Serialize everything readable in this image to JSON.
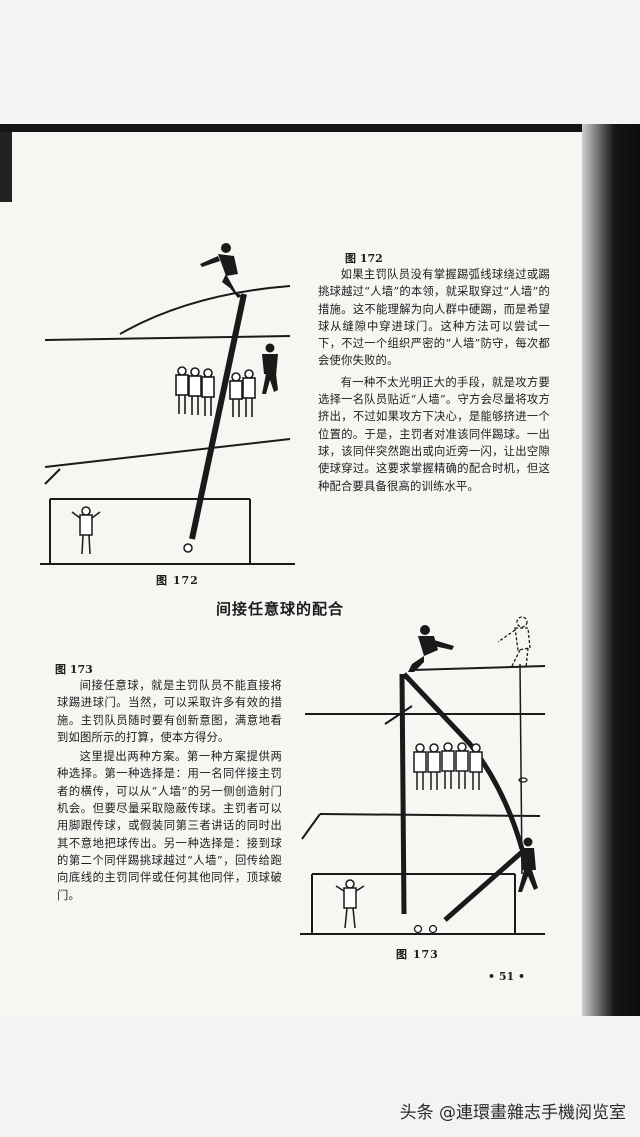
{
  "figure172": {
    "label": "图 172",
    "caption": "图 172",
    "paragraphs": [
      "如果主罚队员没有掌握踢弧线球绕过或踢挑球越过“人墙”的本领，就采取穿过“人墙”的措施。这不能理解为向人群中硬踢，而是希望球从缝隙中穿进球门。这种方法可以尝试一下，不过一个组织严密的“人墙”防守，每次都会使你失败的。",
      "有一种不太光明正大的手段，就是攻方要选择一名队员贴近“人墙”。守方会尽量将攻方挤出，不过如果攻方下决心，是能够挤进一个位置的。于是，主罚者对准该同伴踢球。一出球，该同伴突然跑出或向近旁一闪，让出空隙使球穿过。这要求掌握精确的配合时机，但这种配合要具备很高的训练水平。"
    ]
  },
  "section_title": "间接任意球的配合",
  "figure173": {
    "label": "图 173",
    "caption": "图 173",
    "paragraphs": [
      "间接任意球，就是主罚队员不能直接将球踢进球门。当然，可以采取许多有效的措施。主罚队员随时要有创新意图，满意地看到如图所示的打算，使本方得分。",
      "这里提出两种方案。第一种方案提供两种选择。第一种选择是：用一名同伴接主罚者的横传，可以从“人墙”的另一侧创造射门机会。但要尽量采取隐蔽传球。主罚者可以用脚跟传球，或假装同第三者讲话的同时出其不意地把球传出。另一种选择是：接到球的第二个同伴踢挑球越过“人墙”，回传给跑向底线的主罚同伴或任何其他同伴，顶球破门。"
    ]
  },
  "page_number": "• 51 •",
  "watermark": "头条 @連環畫雜志手機阅览室"
}
